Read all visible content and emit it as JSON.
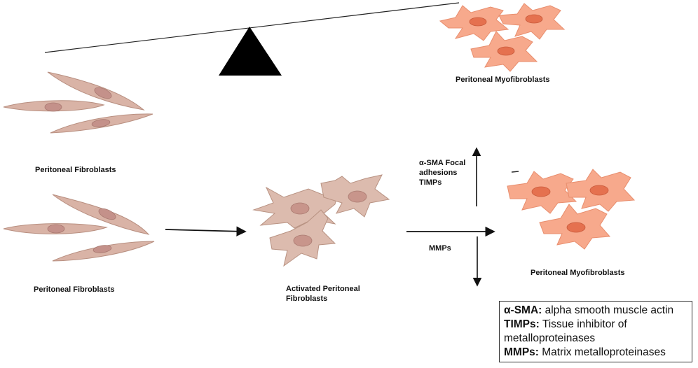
{
  "labels": {
    "fibroblasts_top": "Peritoneal Fibroblasts",
    "fibroblasts_bottom": "Peritoneal Fibroblasts",
    "activated_line1": "Activated Peritoneal",
    "activated_line2": "Fibroblasts",
    "myofibroblasts_top": "Peritoneal Myofibroblasts",
    "myofibroblasts_right": "Peritoneal Myofibroblasts",
    "up_arrow_line1": "α-SMA Focal",
    "up_arrow_line2": "adhesions",
    "up_arrow_line3": "TIMPs",
    "down_arrow": "MMPs"
  },
  "legend": {
    "items": [
      {
        "term": "α-SMA:",
        "desc": " alpha smooth muscle actin"
      },
      {
        "term": "TIMPs:",
        "desc": " Tissue inhibitor of"
      },
      {
        "term": "",
        "desc": "metalloproteinases"
      },
      {
        "term": "MMPs:",
        "desc": " Matrix metalloproteinases"
      }
    ]
  },
  "colors": {
    "fibroblast_fill": "#d9b3a6",
    "fibroblast_stroke": "#b88f80",
    "fibroblast_nucleus": "#c4918a",
    "activated_fill": "#dcbbae",
    "activated_nucleus": "#c8958b",
    "myofibroblast_fill": "#f7a98c",
    "myofibroblast_nucleus": "#e5714f",
    "arrow": "#111111"
  }
}
